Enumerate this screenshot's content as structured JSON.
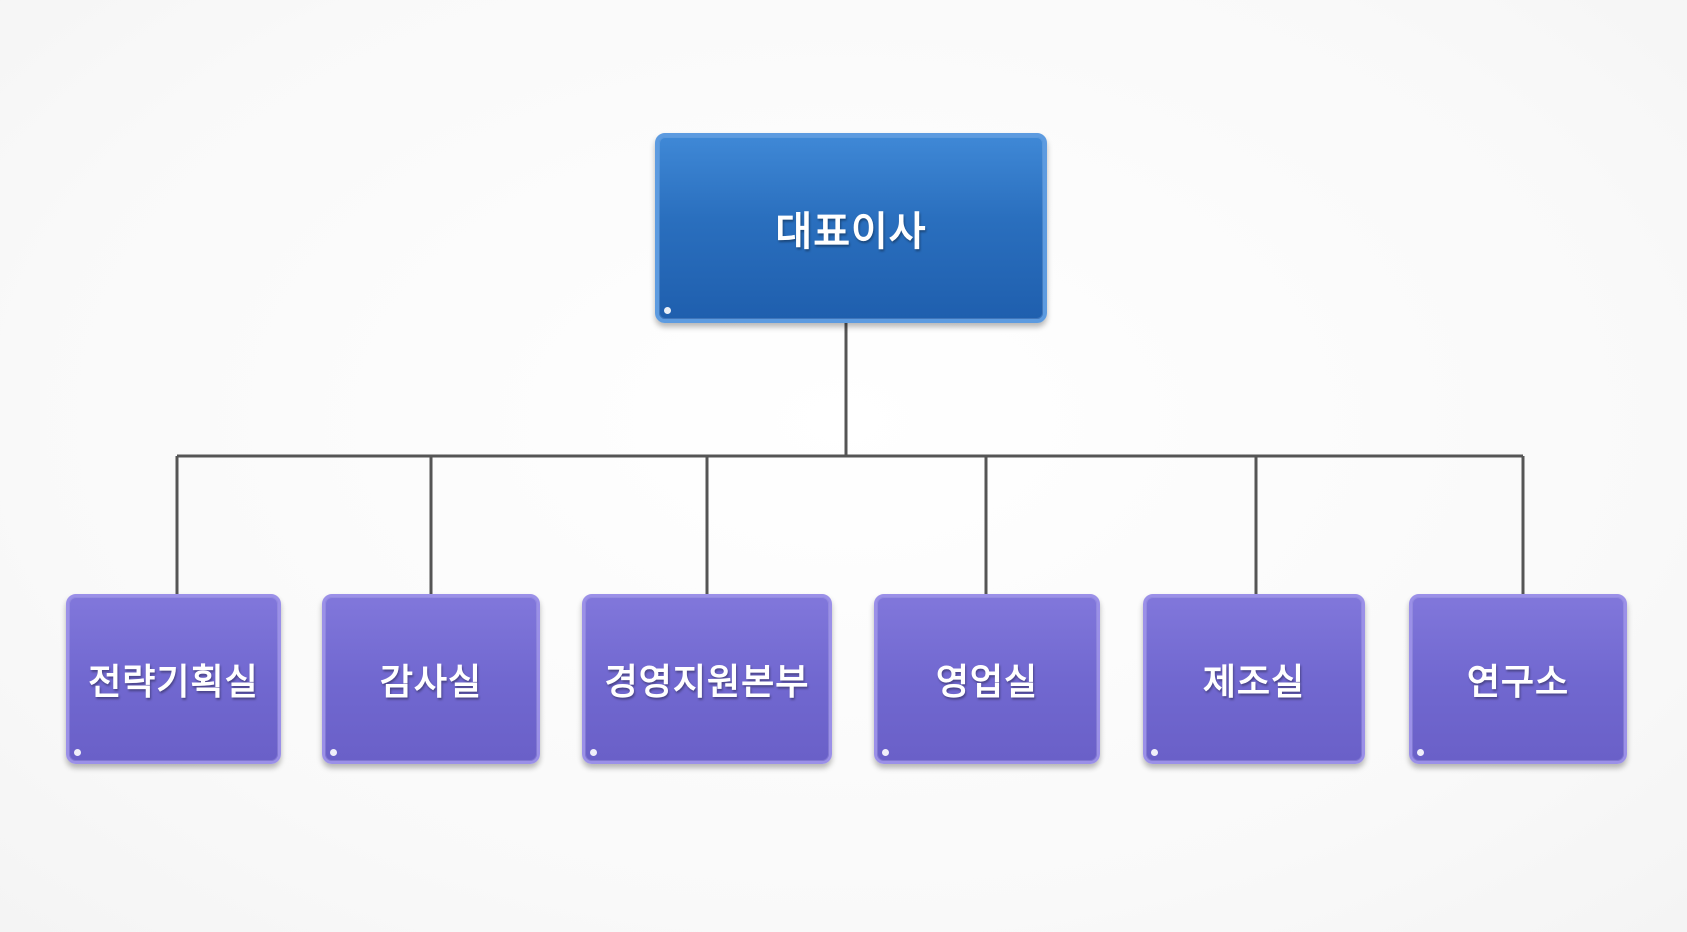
{
  "diagram": {
    "type": "org-chart",
    "root": {
      "label": "대표이사"
    },
    "children": [
      {
        "label": "전략기획실"
      },
      {
        "label": "감사실"
      },
      {
        "label": "경영지원본부"
      },
      {
        "label": "영업실"
      },
      {
        "label": "제조실"
      },
      {
        "label": "연구소"
      }
    ],
    "colors": {
      "root_fill": "#2a6fbe",
      "child_fill": "#7168d0",
      "connector": "#555555",
      "text": "#ffffff"
    }
  }
}
